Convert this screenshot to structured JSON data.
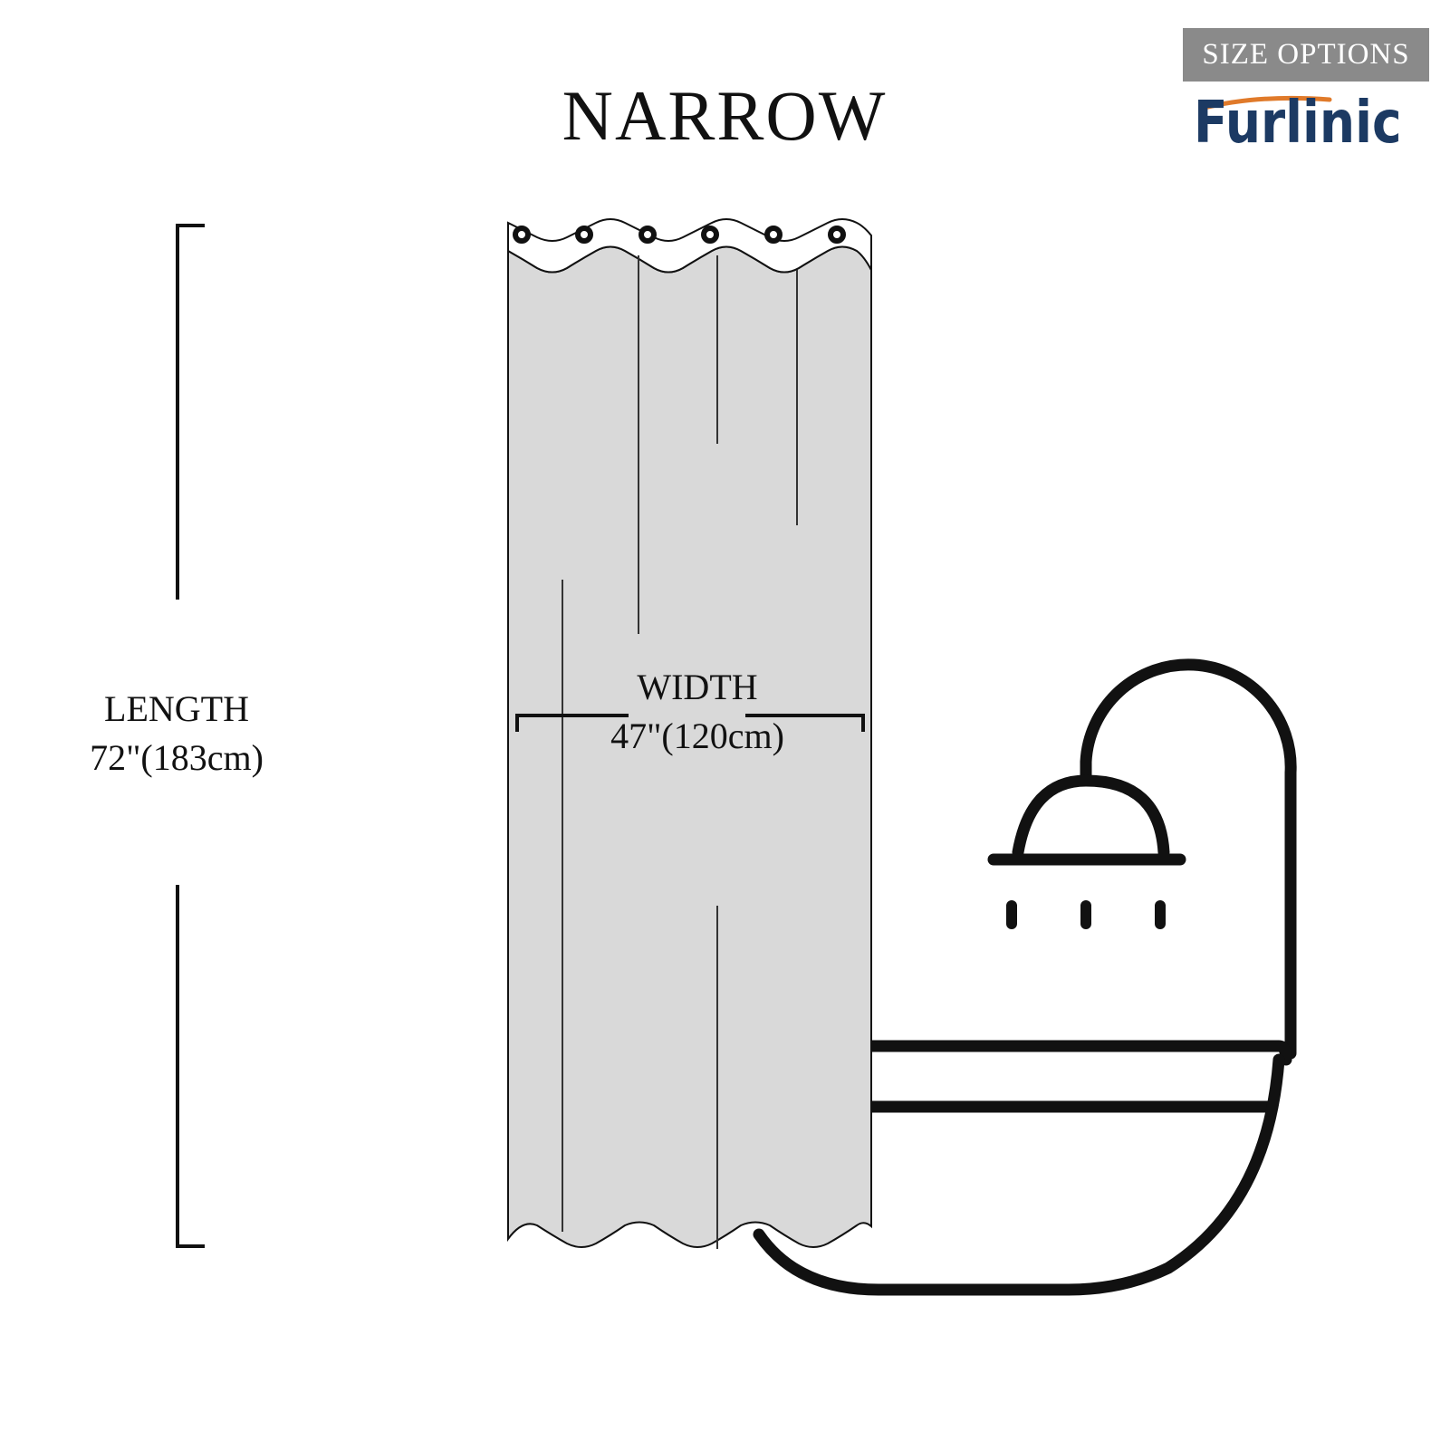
{
  "header": {
    "title": "NARROW",
    "badge_label": "SIZE OPTIONS",
    "brand_name": "Furlinic"
  },
  "dimensions": {
    "length_heading": "LENGTH",
    "length_value": "72\"(183cm)",
    "width_heading": "WIDTH",
    "width_value": "47\"(120cm)"
  },
  "colors": {
    "curtain_fill": "#d9d9d9",
    "outline": "#111111",
    "badge_background": "#8a8a8a",
    "brand_text": "#1c3a63",
    "brand_swoosh": "#e07a2a"
  },
  "icons": {
    "curtain": "shower-curtain-icon",
    "shower_head": "shower-head-icon",
    "bathtub": "bathtub-icon"
  }
}
